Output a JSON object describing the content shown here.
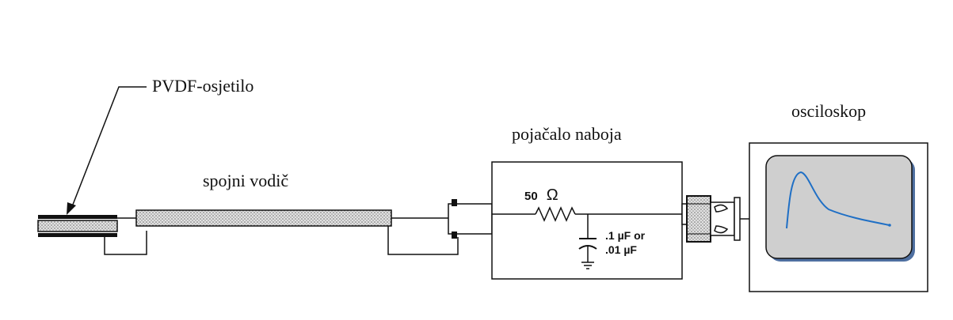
{
  "labels": {
    "sensor": "PVDF-osjetilo",
    "cable": "spojni vodič",
    "amplifier": "pojačalo naboja",
    "oscilloscope": "osciloskop"
  },
  "amplifier_components": {
    "resistor_value": "50",
    "resistor_unit": "Ω",
    "capacitor_line1": ".1 µF or",
    "capacitor_line2": ".01 µF"
  },
  "colors": {
    "line": "#111111",
    "cable_fill": "#c9c9c9",
    "screen_fill": "#cfcfcf",
    "signal_trace": "#1f6fc5",
    "screen_shadow": "#4e6fa0"
  }
}
